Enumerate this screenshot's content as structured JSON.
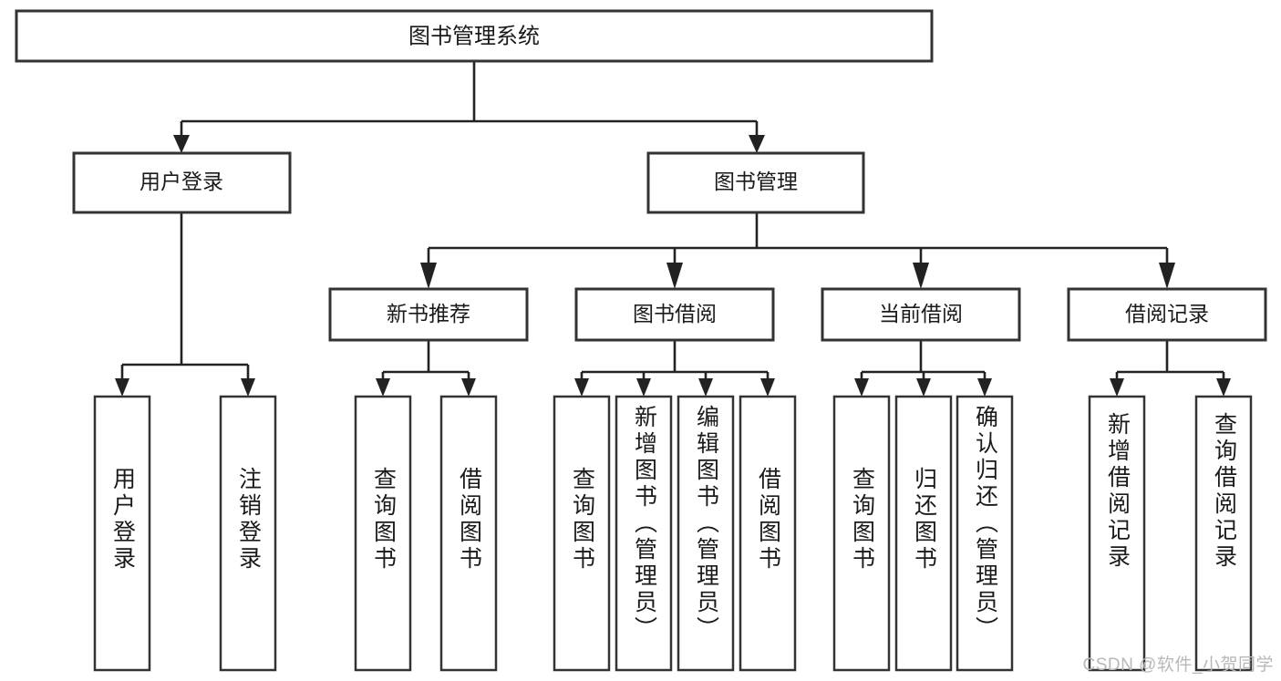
{
  "diagram": {
    "type": "tree-hierarchy",
    "title": "图书管理系统",
    "watermark": "CSDN @软件_小贺同学",
    "colors": {
      "box_stroke": "#333333",
      "box_fill": "#ffffff",
      "connector": "#222222",
      "text": "#1a1a1a",
      "watermark": "#b8b8b8",
      "background": "#ffffff"
    },
    "levels": {
      "root": {
        "label": "图书管理系统"
      },
      "level2": [
        {
          "label": "用户登录"
        },
        {
          "label": "图书管理"
        }
      ],
      "level3": [
        {
          "label": "新书推荐"
        },
        {
          "label": "图书借阅"
        },
        {
          "label": "当前借阅"
        },
        {
          "label": "借阅记录"
        }
      ]
    },
    "leaves": {
      "user_login": [
        {
          "label": "用户登录"
        },
        {
          "label": "注销登录"
        }
      ],
      "new_book_recommend": [
        {
          "label": "查询图书"
        },
        {
          "label": "借阅图书"
        }
      ],
      "book_borrow": [
        {
          "label": "查询图书"
        },
        {
          "label": "新增图书（管理员）"
        },
        {
          "label": "编辑图书（管理员）"
        },
        {
          "label": "借阅图书"
        }
      ],
      "current_borrow": [
        {
          "label": "查询图书"
        },
        {
          "label": "归还图书"
        },
        {
          "label": "确认归还（管理员）"
        }
      ],
      "borrow_record": [
        {
          "label": "新增借阅记录"
        },
        {
          "label": "查询借阅记录"
        }
      ]
    }
  }
}
